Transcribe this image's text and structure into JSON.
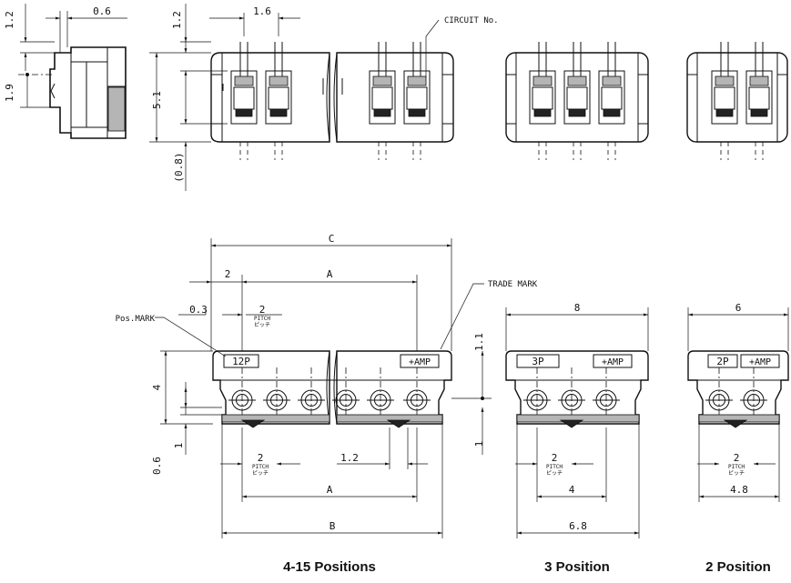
{
  "dims": {
    "d_0_6_top": "0.6",
    "d_1_2_left": "1.2",
    "d_1_9": "1.9",
    "d_1_2_front": "1.2",
    "d_1_6": "1.6",
    "d_5_1": "5.1",
    "d_0_8": "(0.8)",
    "d_c": "C",
    "d_2_top": "2",
    "d_a_top": "A",
    "d_0_3": "0.3",
    "d_2_pitch_top": "2",
    "d_4": "4",
    "d_0_6_bottom": "0.6",
    "d_1_right": "1",
    "d_1_1": "1.1",
    "d_2_bottom": "2",
    "d_1_2_bottom": "1.2",
    "d_a_bottom": "A",
    "d_b": "B",
    "d_8": "8",
    "d_2_3p": "2",
    "d_4_3p": "4",
    "d_6_8": "6.8",
    "d_6": "6",
    "d_2_2p": "2",
    "d_4_8": "4.8"
  },
  "labels": {
    "circuit_no": "CIRCUIT No.",
    "trade_mark": "TRADE MARK",
    "pos_mark": "Pos.MARK",
    "pitch_en": "PITCH",
    "pitch_jp": "ピッチ",
    "mark_12p": "12P",
    "mark_3p": "3P",
    "mark_2p": "2P",
    "amp": "+AMP"
  },
  "captions": {
    "pos_4_15": "4-15 Positions",
    "pos_3": "3 Position",
    "pos_2": "2 Position"
  },
  "accent": "#111111"
}
